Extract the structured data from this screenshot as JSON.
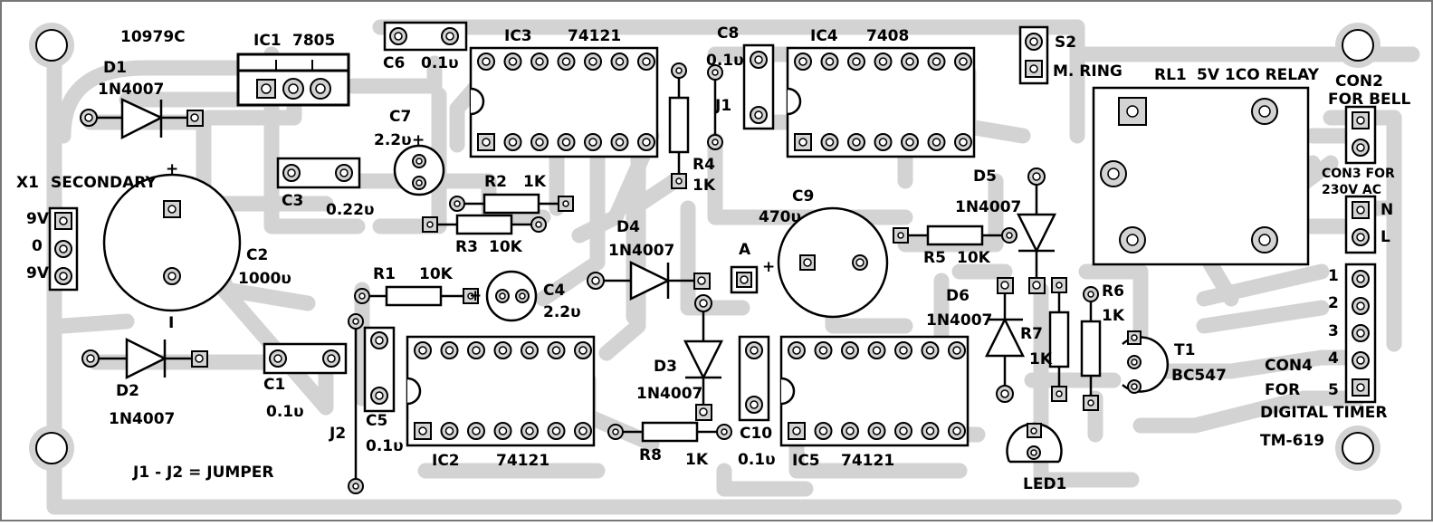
{
  "board": {
    "id_code": "10979C",
    "footer_note": "J1 - J2 = JUMPER",
    "tm_code": "TM-619"
  },
  "labels": {
    "d1": "D1",
    "d1_part": "1N4007",
    "d2": "D2",
    "d2_part": "1N4007",
    "d3": "D3",
    "d3_part": "1N4007",
    "d4": "D4",
    "d4_part": "1N4007",
    "d5": "D5",
    "d5_part": "1N4007",
    "d6": "D6",
    "d6_part": "1N4007",
    "ic1": "IC1",
    "ic1_part": "7805",
    "ic2": "IC2",
    "ic2_part": "74121",
    "ic3": "IC3",
    "ic3_part": "74121",
    "ic4": "IC4",
    "ic4_part": "7408",
    "ic5": "IC5",
    "ic5_part": "74121",
    "c1": "C1",
    "c1_val": "0.1υ",
    "c2": "C2",
    "c2_val": "1000υ",
    "c3": "C3",
    "c3_val": "0.22υ",
    "c4": "C4",
    "c4_val": "2.2υ",
    "c5": "C5",
    "c5_val": "0.1υ",
    "c6": "C6",
    "c6_val": "0.1υ",
    "c7": "C7",
    "c7_val": "2.2υ",
    "c8": "C8",
    "c8_val": "0.1υ",
    "c9": "C9",
    "c9_val": "470υ",
    "c10": "C10",
    "c10_val": "0.1υ",
    "r1": "R1",
    "r1_val": "10K",
    "r2": "R2",
    "r2_val": "1K",
    "r3": "R3",
    "r3_val": "10K",
    "r4": "R4",
    "r4_val": "1K",
    "r5": "R5",
    "r5_val": "10K",
    "r6": "R6",
    "r6_val": "1K",
    "r7": "R7",
    "r7_val": "1K",
    "r8": "R8",
    "r8_val": "1K",
    "j1": "J1",
    "j2": "J2",
    "s2": "S2",
    "m_ring": "M. RING",
    "rl1": "RL1",
    "relay": "5V 1CO RELAY",
    "con2": "CON2",
    "for_bell": "FOR BELL",
    "con3": "CON3 FOR",
    "ac": "230V AC",
    "n": "N",
    "l": "L",
    "con4": "CON4",
    "for": "FOR",
    "digital_timer": "DIGITAL TIMER",
    "t1": "T1",
    "t1_part": "BC547",
    "led1": "LED1",
    "pt_a": "A",
    "x1": "X1",
    "secondary": "SECONDARY",
    "v9_top": "9V",
    "v0": "0",
    "v9_bot": "9V",
    "plus": "+",
    "minus": "I",
    "pin1": "1",
    "pin2": "2",
    "pin3": "3",
    "pin4": "4",
    "pin5": "5"
  }
}
